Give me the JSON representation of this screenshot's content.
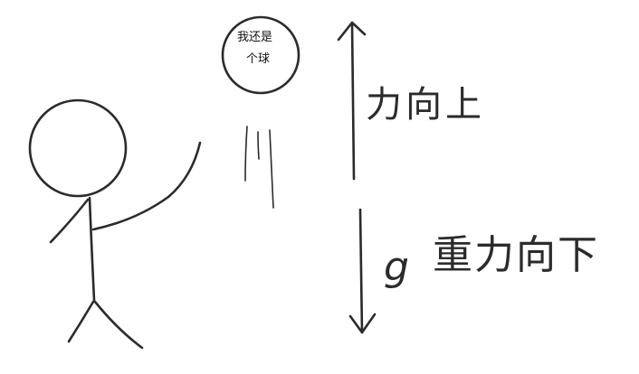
{
  "ball": {
    "label_line1": "我还是",
    "label_line2": "个球"
  },
  "annotations": {
    "up_force": "力向上",
    "down_force": "重力向下",
    "down_prefix_scribble": "g"
  },
  "colors": {
    "ink": "#2b2b2b",
    "background": "#ffffff"
  }
}
